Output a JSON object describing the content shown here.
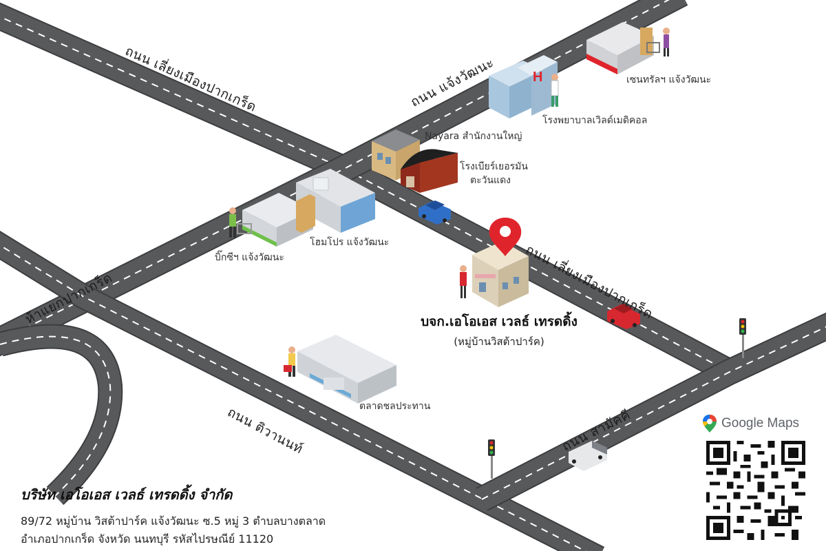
{
  "roads": {
    "liang_mueang_north": "ถนน เลี่ยงเมืองปากเกร็ด",
    "chaeng_watthana": "ถนน แจ้งวัฒนะ",
    "liang_mueang_south": "ถนน เลี่ยงเมืองปากเกร็ด",
    "pak_kret_intersection": "ห้าแยกปากเกร็ด",
    "tiwanon": "ถนน ติวานนท์",
    "samakkhi": "ถนน สามัคคี"
  },
  "places": {
    "central": "เซนทรัลฯ แจ้งวัฒนะ",
    "hospital": "โรงพยาบาลเวิลด์เมดิคอล",
    "nayara": "Nayara สำนักงานใหญ่",
    "beer_line1": "โรงเบียร์เยอรมัน",
    "beer_line2": "ตะวันแดง",
    "homepro": "โฮมโปร แจ้งวัฒนะ",
    "bigc": "บิ๊กซีฯ แจ้งวัฒนะ",
    "market": "ตลาดชลประทาน"
  },
  "company": {
    "map_label": "บจก.เอโอเอส เวลธ์ เทรดดิ้ง",
    "map_sublabel": "(หมู่บ้านวิสต้าปาร์ค)"
  },
  "info": {
    "title": "บริษัท เอโอเอส เวลธ์ เทรดดิ้ง จำกัด",
    "address_line1": "89/72 หมู่บ้าน วิสต้าปาร์ค แจ้งวัฒนะ ซ.5 หมู่ 3 ตำบลบางตลาด",
    "address_line2": "อำเภอปากเกร็ด จังหวัด นนทบุรี รหัสไปรษณีย์ 11120"
  },
  "google_maps": {
    "label": "Google Maps"
  },
  "colors": {
    "road": "#58595b",
    "road_edge": "#3d3e40",
    "lane_mark": "#ffffff",
    "pin": "#e0242b",
    "hospital_h": "#e0242b"
  },
  "icons": {
    "pin": "location-pin-icon",
    "google_maps_pin": "google-maps-pin-icon",
    "qr": "qr-code"
  }
}
